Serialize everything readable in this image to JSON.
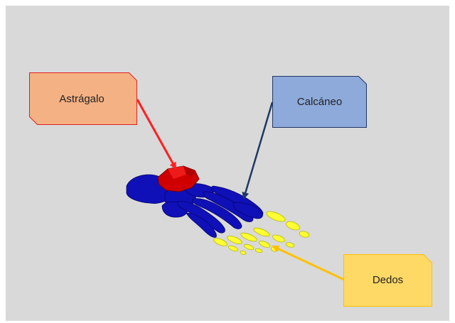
{
  "labels": {
    "astragalo": "Astrágalo",
    "calcaneo": "Calcáneo",
    "dedos": "Dedos"
  },
  "colors": {
    "background": "#d9d9d9",
    "astragalo_fill": "#f4b183",
    "astragalo_border": "#e02020",
    "astragalo_arrow": "#ff2020",
    "calcaneo_fill": "#8eaadb",
    "calcaneo_border": "#203864",
    "calcaneo_arrow": "#1f3864",
    "dedos_fill": "#ffd966",
    "dedos_border": "#ffc000",
    "dedos_arrow": "#ffc000",
    "bone_blue": "#1010b8",
    "bone_red": "#d00000",
    "bone_yellow": "#ffff33"
  }
}
